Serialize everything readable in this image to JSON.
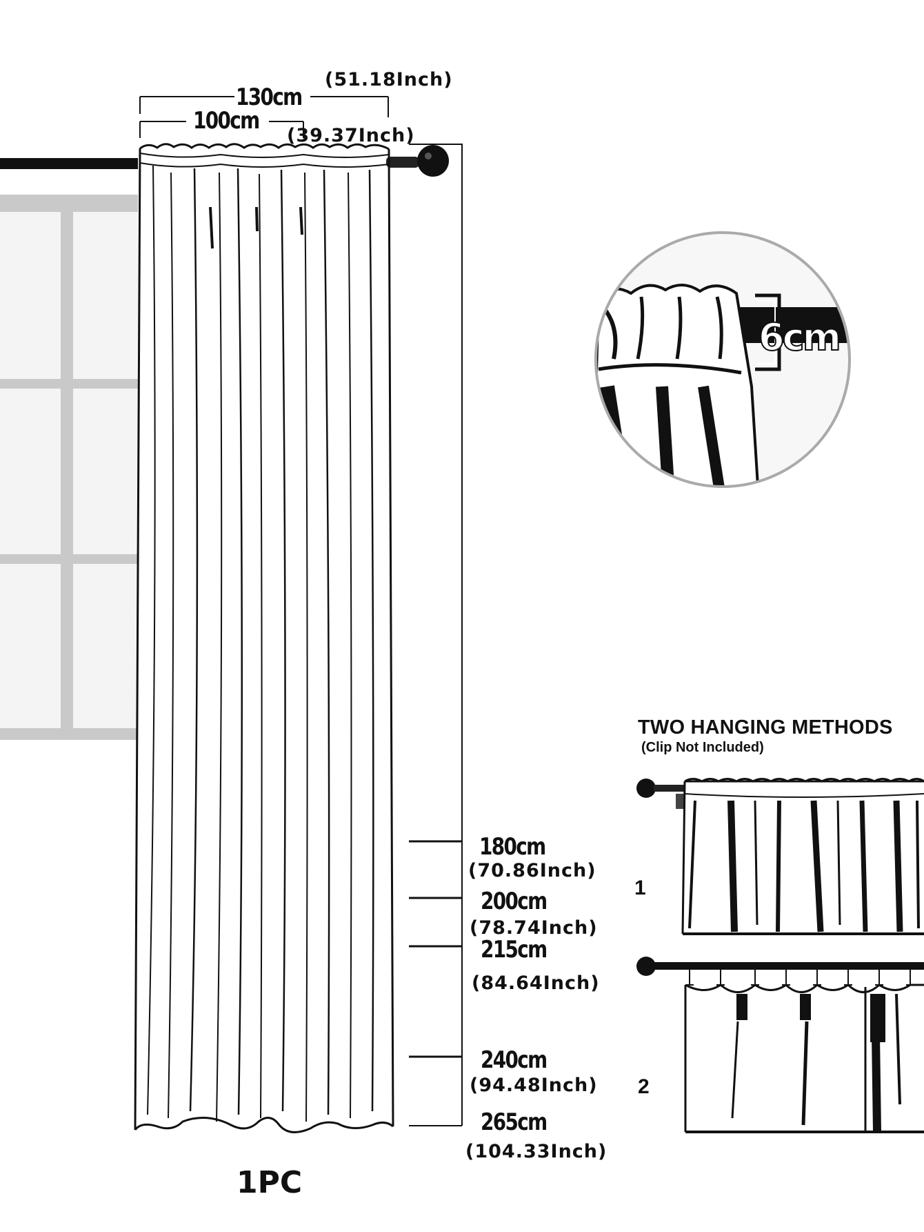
{
  "width_labels": {
    "outer_cm": "130cm",
    "outer_inch": "(51.18Inch)",
    "inner_cm": "100cm",
    "inner_inch": "(39.37Inch)"
  },
  "length_options": [
    {
      "cm": "180cm",
      "inch": "(70.86Inch)"
    },
    {
      "cm": "200cm",
      "inch": "(78.74Inch)"
    },
    {
      "cm": "215cm",
      "inch": "(84.64Inch)"
    },
    {
      "cm": "240cm",
      "inch": "(94.48Inch)"
    },
    {
      "cm": "265cm",
      "inch": "(104.33Inch)"
    }
  ],
  "pocket_label": "6cm",
  "quantity_label": "1PC",
  "hanging": {
    "title": "TWO HANGING METHODS",
    "subtitle": "(Clip Not Included)",
    "method_1": "1",
    "method_2": "2"
  },
  "colors": {
    "ink": "#111111",
    "window_frame": "#c9c9c9",
    "glass": "#f4f4f4"
  }
}
